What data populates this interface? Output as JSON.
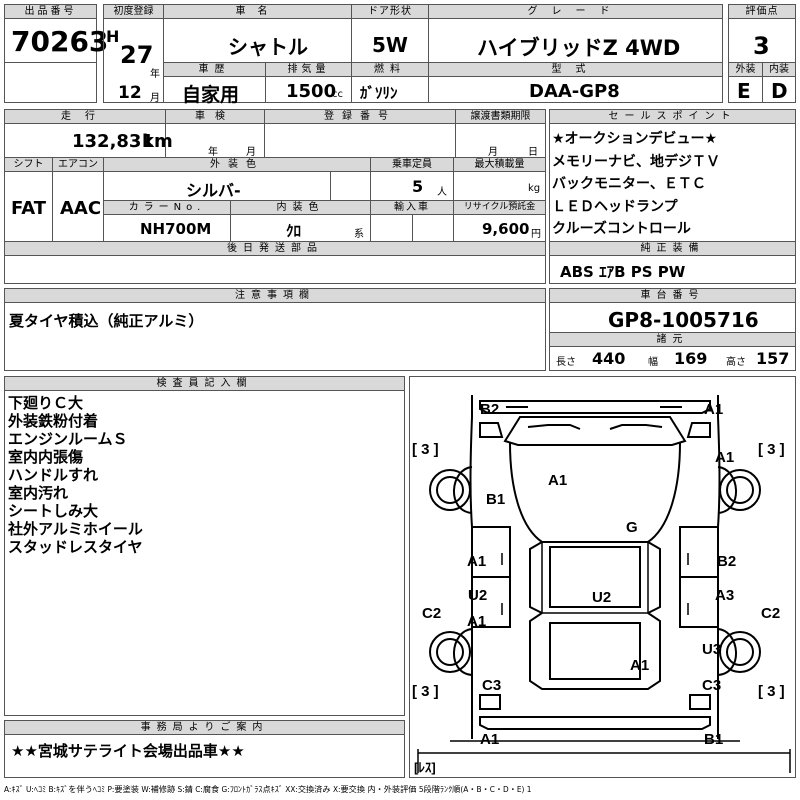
{
  "header": {
    "lot_no_label": "出品番号",
    "lot_no": "70263",
    "first_reg_label": "初度登録",
    "era": "H",
    "year": "27",
    "year_unit": "年",
    "month": "12",
    "month_unit": "月",
    "car_name_label": "車名",
    "car_name": "シャトル",
    "door_label": "ドア形状",
    "door": "5W",
    "grade_label": "グレード",
    "grade": "ハイブリッドZ 4WD",
    "score_label": "評価点",
    "score": "3",
    "exterior_label": "外装",
    "exterior": "E",
    "interior_label": "内装",
    "interior": "D",
    "history_label": "車歴",
    "history": "自家用",
    "displacement_label": "排気量",
    "displacement": "1500",
    "displacement_unit": "cc",
    "fuel_label": "燃料",
    "fuel": "ｶﾞｿﾘﾝ",
    "model_label": "型式",
    "model": "DAA-GP8"
  },
  "row2": {
    "mileage_label": "走行",
    "mileage": "132,831",
    "mileage_unit": "km",
    "inspection_label": "車検",
    "insp_year_unit": "年",
    "insp_month_unit": "月",
    "registration_label": "登録番号",
    "transfer_label": "譲渡書類期限",
    "transfer_month_unit": "月",
    "transfer_day_unit": "日",
    "shift_label": "シフト",
    "shift": "FAT",
    "ac_label": "エアコン",
    "ac": "AAC",
    "color_label": "外装色",
    "color": "シルバ-",
    "capacity_label": "乗車定員",
    "capacity": "5",
    "capacity_unit": "人",
    "load_label": "最大積載量",
    "load_unit": "kg",
    "color_no_label": "カラーNo.",
    "color_no": "NH700M",
    "int_color_label": "内装色",
    "int_color": "ｸﾛ",
    "int_color_unit": "系",
    "import_label": "輸入車",
    "recycle_label": "リサイクル預託金",
    "recycle": "9,600",
    "recycle_unit": "円",
    "later_parts_label": "後日発送部品"
  },
  "sales": {
    "label": "セールスポイント",
    "points": [
      "★オークションデビュー★",
      "メモリーナビ、地デジＴＶ",
      "バックモニター、ＥＴＣ",
      "ＬＥＤヘッドランプ",
      "クルーズコントロール"
    ],
    "equip_label": "純正装備",
    "equip": "ABS ｴｱB PS PW"
  },
  "notes": {
    "label": "注意事項欄",
    "text": "夏タイヤ積込（純正アルミ）"
  },
  "chassis": {
    "label": "車台番号",
    "number": "GP8-1005716",
    "dims_label": "諸元",
    "length_label": "長さ",
    "length": "440",
    "width_label": "幅",
    "width": "169",
    "height_label": "高さ",
    "height": "157"
  },
  "inspector": {
    "label": "検査員記入欄",
    "lines": [
      "下廻りＣ大",
      "外装鉄粉付着",
      "エンジンルームＳ",
      "室内内張傷",
      "ハンドルすれ",
      "室内汚れ",
      "シートしみ大",
      "社外アルミホイール",
      "スタッドレスタイヤ"
    ]
  },
  "office": {
    "label": "事務局よりご案内",
    "text": "★★宮城サテライト会場出品車★★"
  },
  "diagram": {
    "marks": [
      "B2",
      "A1",
      "A1",
      "A1",
      "B1",
      "G",
      "A1",
      "B2",
      "U2",
      "U2",
      "A3",
      "A1",
      "C2",
      "C2",
      "U3",
      "A1",
      "C3",
      "C3",
      "A1",
      "B1"
    ],
    "tires": [
      "3",
      "3",
      "3",
      "3"
    ],
    "spare": "ﾚｽ"
  },
  "legend": "A:ｷｽﾞ U:ﾍｺﾐ B:ｷｽﾞを伴うﾍｺﾐ P:要塗装 W:補修跡 S:錆 C:腐食 G:ﾌﾛﾝﾄｶﾞﾗｽ点ｷｽﾞ XX:交換済み X:要交換 内・外装評価 5段階ﾗﾝｸ順(A・B・C・D・E) 1"
}
